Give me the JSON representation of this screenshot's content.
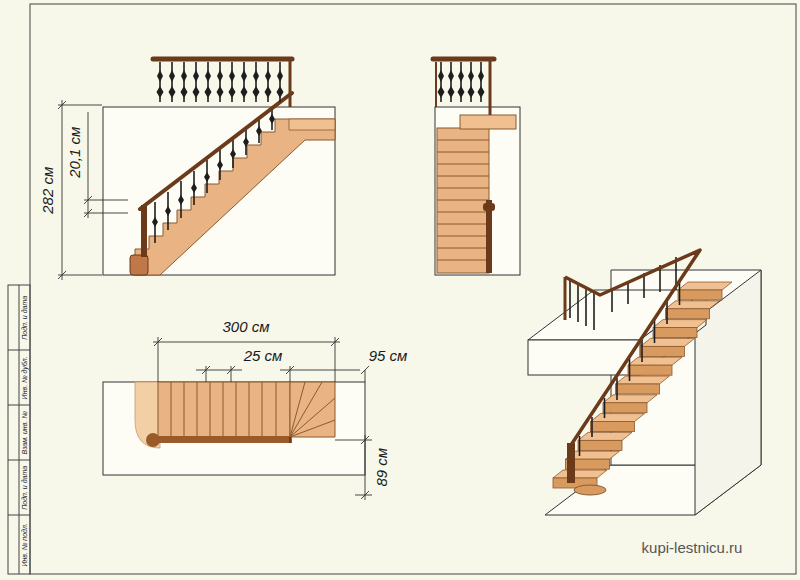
{
  "diagram": {
    "labels": [
      "Подп. и дата",
      "Инв. № дубл.",
      "Взам. инв. №",
      "Подп. и дата",
      "Инв. № подл.",
      "282 см",
      "20,1 см",
      "300 см",
      "25 см",
      "95 см",
      "89 см",
      "kupi-lestnicu.ru"
    ]
  }
}
